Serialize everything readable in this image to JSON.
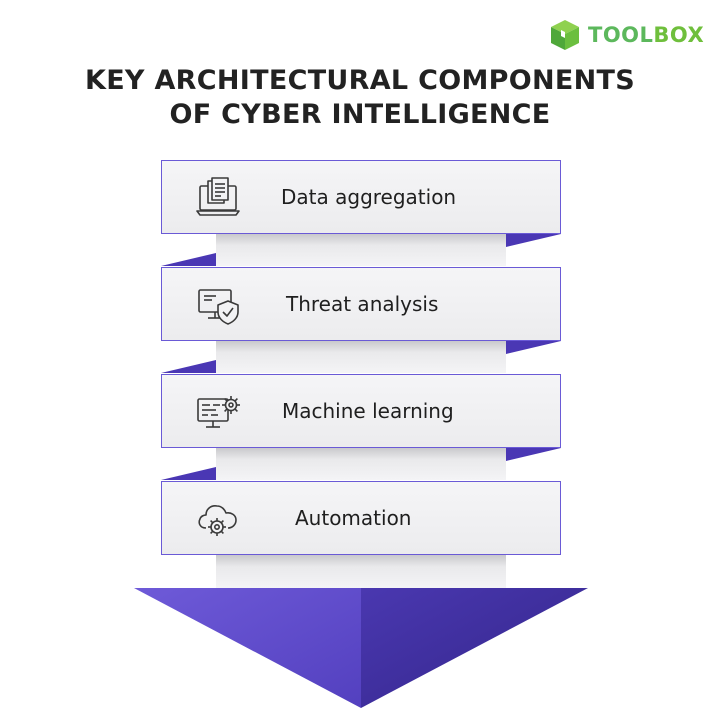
{
  "brand": {
    "name_part1": "TOOL",
    "name_part2": "BOX",
    "accent": "#6fbf3c"
  },
  "title": {
    "line1": "KEY ARCHITECTURAL COMPONENTS",
    "line2": "OF CYBER INTELLIGENCE"
  },
  "components": [
    {
      "label": "Data aggregation",
      "icon": "documents-laptop-icon"
    },
    {
      "label": "Threat analysis",
      "icon": "monitor-shield-icon"
    },
    {
      "label": "Machine learning",
      "icon": "monitor-gear-icon"
    },
    {
      "label": "Automation",
      "icon": "cloud-gear-icon"
    }
  ],
  "colors": {
    "arrow_dark": "#3d2e9a",
    "arrow_light": "#6a56d4",
    "fold": "#4a37b4",
    "card_border": "#6a5ad6"
  }
}
